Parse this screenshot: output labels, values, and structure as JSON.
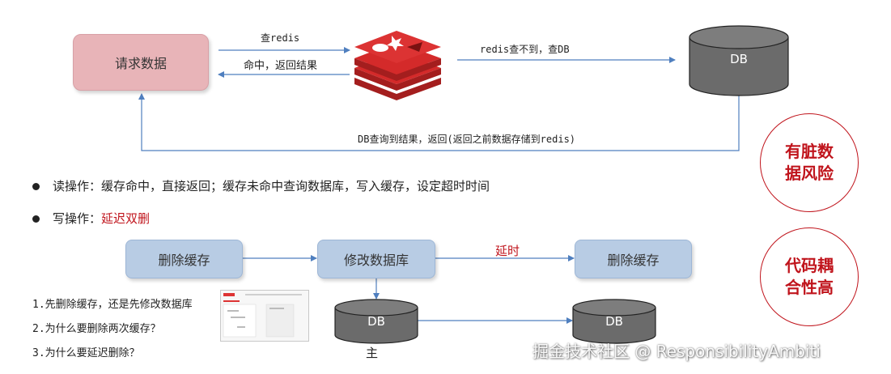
{
  "top_flow": {
    "request_box": "请求数据",
    "query_redis": "查redis",
    "hit_return": "命中，返回结果",
    "miss_query_db": "redis查不到，查DB",
    "db_label": "DB",
    "db_return": "DB查询到结果，返回(返回之前数据存储到redis)"
  },
  "bullets": {
    "read": "读操作：缓存命中，直接返回；缓存未命中查询数据库，写入缓存，设定超时时间",
    "write_prefix": "写操作：",
    "write_strategy": "延迟双删"
  },
  "bottom_flow": {
    "delete_cache_1": "删除缓存",
    "modify_db": "修改数据库",
    "delay_label": "延时",
    "delete_cache_2": "删除缓存",
    "db_main_label": "DB",
    "db_main_caption": "主",
    "db_replica_label": "DB"
  },
  "questions": [
    "1.先删除缓存，还是先修改数据库",
    "2.为什么要删除两次缓存？",
    "3.为什么要延迟删除？"
  ],
  "risks": {
    "dirty_data": [
      "有脏数",
      "据风险"
    ],
    "coupling": [
      "代码耦",
      "合性高"
    ]
  },
  "watermark": "掘金技术社区 @ ResponsibilityAmbiti",
  "colors": {
    "accent_red": "#c0141c",
    "request_pink": "#e8b4b8",
    "box_blue": "#b8cce4",
    "arrow_blue": "#4f7fbf",
    "redis_red": "#d42a2a",
    "db_gray": "#6b6b6b"
  }
}
